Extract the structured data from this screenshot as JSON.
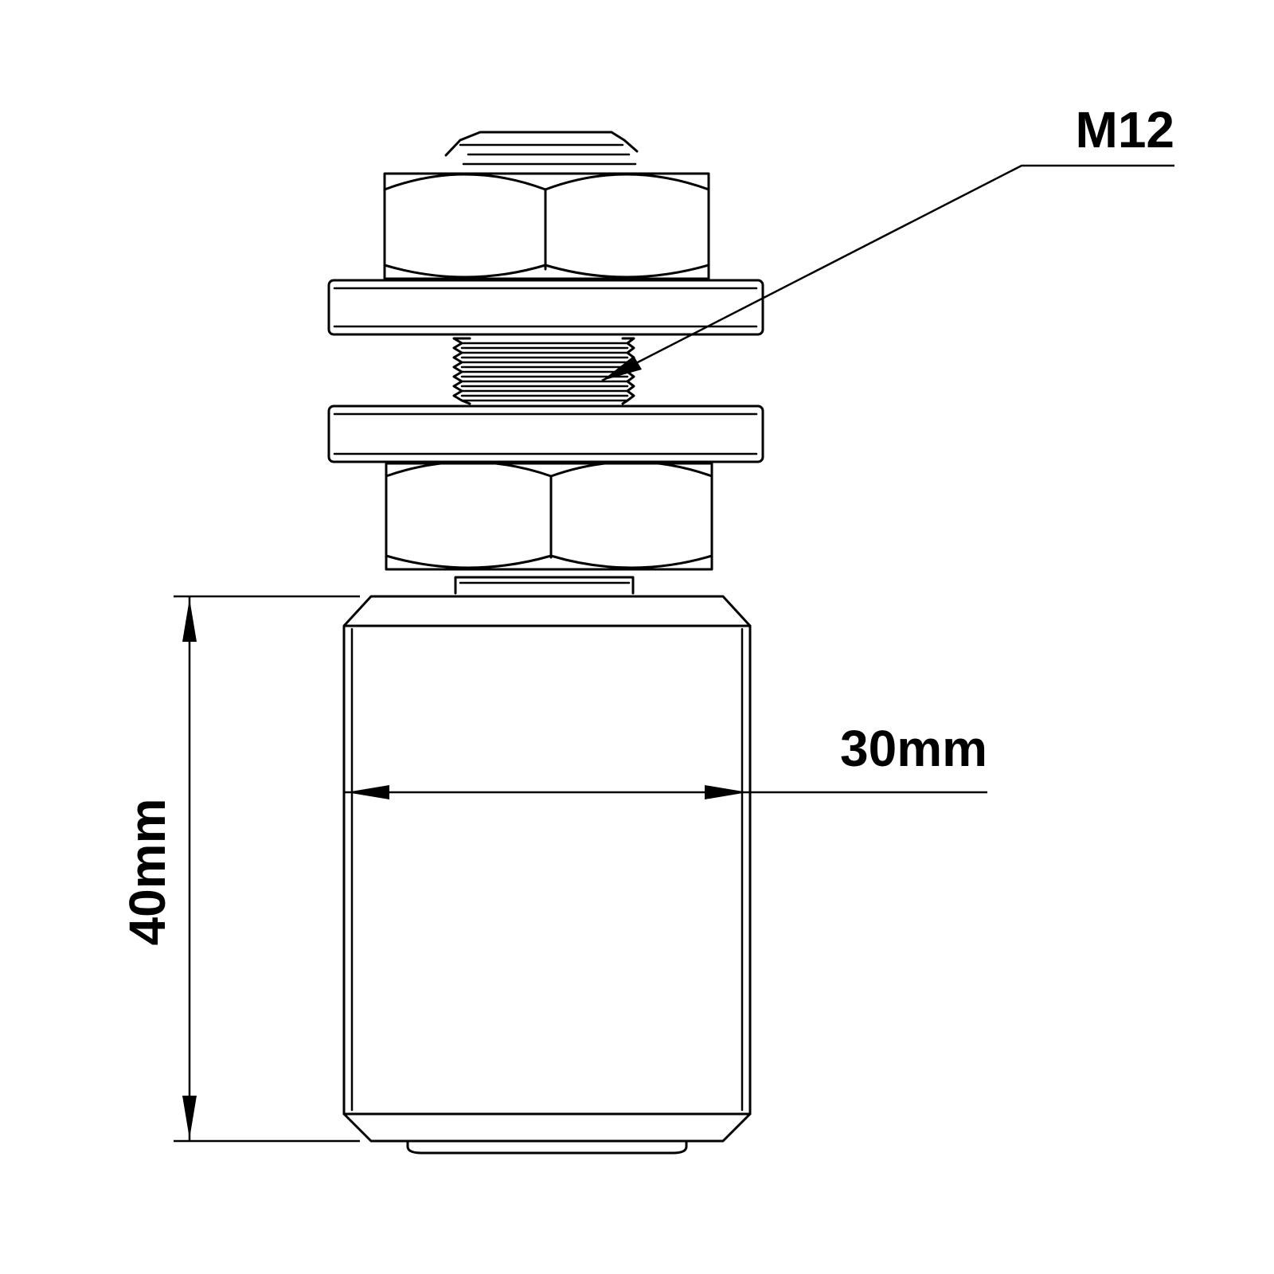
{
  "diagram": {
    "thread_label": "M12",
    "width_label": "30mm",
    "height_label": "40mm",
    "line_color": "#000000",
    "background_color": "#ffffff"
  }
}
